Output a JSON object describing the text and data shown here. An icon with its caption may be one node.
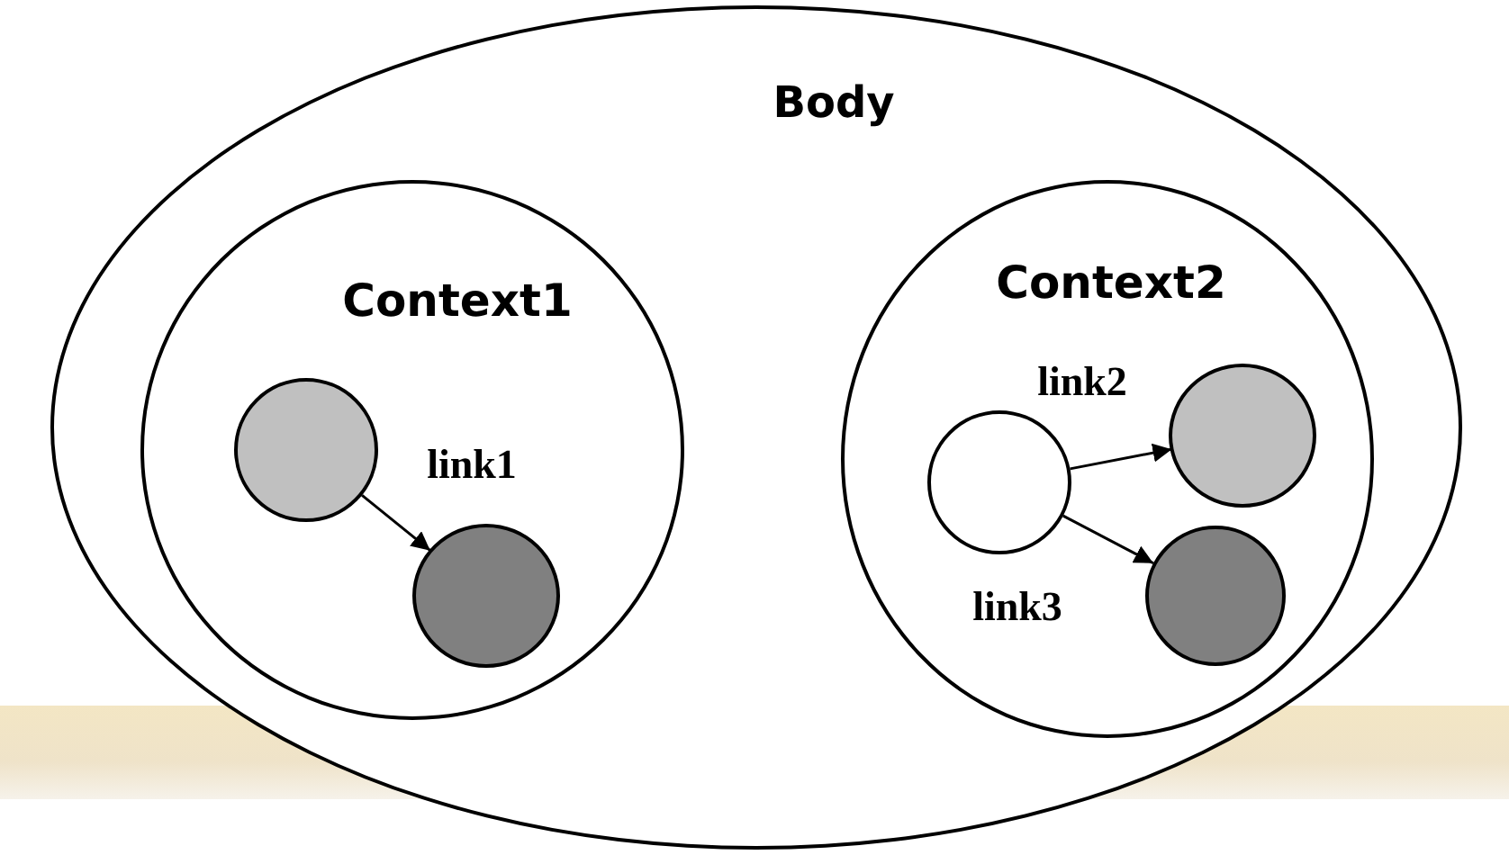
{
  "diagram": {
    "nodes": [
      {
        "text": [
          "Body"
        ]
      },
      {
        "text": [
          "Context1"
        ],
        "in": 0
      },
      {
        "text": [],
        "shape": "circle",
        "in": 1
      },
      {
        "text": [],
        "shape": "circle",
        "in": 1
      },
      {
        "text": [
          "Context2"
        ],
        "in": 0
      },
      {
        "text": [],
        "shape": "circle",
        "in": 4
      },
      {
        "text": [],
        "shape": "circle",
        "in": 4
      },
      {
        "text": [],
        "shape": "circle",
        "in": 4
      }
    ],
    "edges": [
      {
        "from": 2,
        "to": 3,
        "arrow": "to",
        "label": "link1"
      },
      {
        "from": 5,
        "to": 6,
        "arrow": "to",
        "label": "link2"
      },
      {
        "from": 5,
        "to": 7,
        "arrow": "to",
        "label": "link3"
      }
    ]
  }
}
